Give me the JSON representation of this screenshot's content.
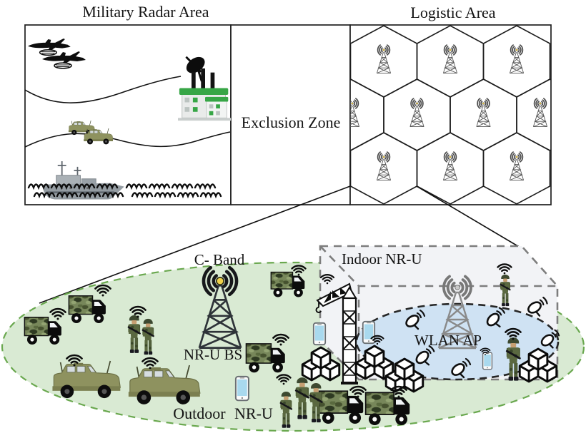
{
  "top": {
    "military_title": "Military Radar Area",
    "exclusion_label": "Exclusion Zone",
    "logistic_title": "Logistic Area"
  },
  "zones": {
    "c_band": "C- Band",
    "nru_bs": "NR-U BS",
    "outdoor_nru": "Outdoor NR-U",
    "indoor_nru": "Indoor NR-U",
    "wlan_ap": "WLAN AP"
  },
  "colors": {
    "outdoor_zone_fill": "#d9ead3",
    "outdoor_zone_border": "#6aa84f",
    "indoor_zone_fill": "#f2f3f6",
    "indoor_zone_border": "#7d7d7d",
    "wlan_zone_fill": "#cfe2f3",
    "wlan_zone_border": "#262626",
    "antenna_dot": "#efd24b",
    "camo_base": "#77875a"
  }
}
